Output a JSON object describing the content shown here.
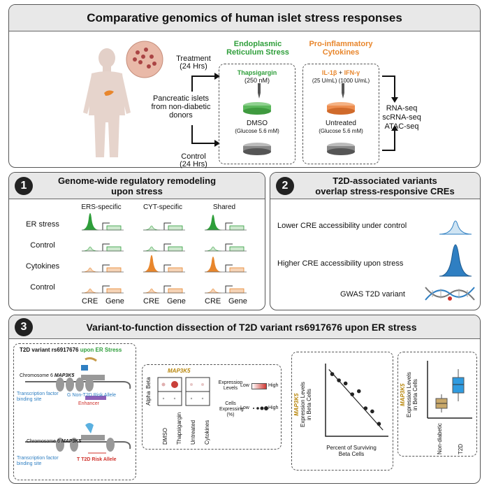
{
  "title": "Comparative genomics of human islet stress responses",
  "top": {
    "treatment_label": "Treatment",
    "treatment_time": "(24 Hrs)",
    "control_label": "Control",
    "control_time": "(24 Hrs)",
    "islets_label": [
      "Pancreatic islets",
      "from non-diabetic",
      "donors"
    ],
    "ers_title": [
      "Endoplasmic",
      "Reticulum Stress"
    ],
    "cyt_title": [
      "Pro-inflammatory",
      "Cytokines"
    ],
    "thapsigargin": "Thapsigargin",
    "thapsigargin_dose": "(250 nM)",
    "il1b": "IL-1β",
    "plus": "+",
    "ifng": "IFN-γ",
    "cyt_dose": "(25 U/mL) (1000 U/mL)",
    "dmso": "DMSO",
    "dmso_glucose": "(Glucose 5.6 mM)",
    "untreated": "Untreated",
    "untreated_glucose": "(Glucose 5.6 mM)",
    "assays": [
      "RNA-seq",
      "scRNA-seq",
      "ATAC-seq"
    ]
  },
  "panel1": {
    "number": "1",
    "title": [
      "Genome-wide regulatory remodeling",
      "upon stress"
    ],
    "columns": [
      "ERS-specific",
      "CYT-specific",
      "Shared"
    ],
    "rows": [
      "ER stress",
      "Control",
      "Cytokines",
      "Control"
    ],
    "footer": [
      "CRE",
      "Gene"
    ],
    "peak_heights": [
      [
        1.0,
        0.25,
        0.9
      ],
      [
        0.25,
        0.25,
        0.25
      ],
      [
        0.25,
        1.0,
        0.9
      ],
      [
        0.25,
        0.25,
        0.25
      ]
    ]
  },
  "panel2": {
    "number": "2",
    "title": [
      "T2D-associated variants",
      "overlap stress-responsive CREs"
    ],
    "lower": "Lower CRE accessibility under control",
    "higher": "Higher CRE accessibility upon stress",
    "gwas": "GWAS T2D variant"
  },
  "panel3": {
    "number": "3",
    "title": "Variant-to-function dissection of T2D variant rs6917676 upon ER stress",
    "box_a": {
      "title_prefix": "T2D variant rs6917676",
      "title_suffix": "upon ER Stress",
      "chromosome": "Chromosome 6",
      "gene": "MAP3K5",
      "non_risk": "G  Non-T2D Risk Allele",
      "tf_site": [
        "Transcription factor",
        "binding site"
      ],
      "enhancer": "Enhancer",
      "risk": "T  T2D Risk Allele"
    },
    "box_b": {
      "gene": "MAP3K5",
      "row_labels": [
        "Beta",
        "Alpha"
      ],
      "col_labels": [
        "DMSO",
        "Thapsigargin",
        "Untreated",
        "Cytokines"
      ],
      "expr_label": [
        "Expression",
        "Levels"
      ],
      "low": "Low",
      "high": "High",
      "cells_label": [
        "Cells",
        "Expressing",
        "(%)"
      ],
      "low2": "Low",
      "high2": "High"
    },
    "box_c": {
      "ylabel_gene": "MAP3K5",
      "ylabel": [
        "Expression Levels",
        "in Beta Cells"
      ],
      "xlabel": [
        "Percent of Surviving",
        "Beta Cells"
      ]
    },
    "box_d": {
      "ylabel_gene": "MAP3K5",
      "ylabel": [
        "Expression Levels",
        "in Beta Cells"
      ],
      "groups": [
        "Non-diabetic",
        "T2D"
      ]
    }
  },
  "chart_data": {
    "type": "scatter",
    "title": "",
    "xlabel": "Percent of Surviving Beta Cells",
    "ylabel": "MAP3K5 Expression Levels in Beta Cells",
    "x": [
      1,
      2,
      3,
      4,
      5,
      6,
      7,
      8
    ],
    "y": [
      8,
      7.2,
      6.8,
      5.4,
      5.8,
      3.6,
      3.2,
      1.6
    ],
    "grid": false,
    "trendline": "negative"
  },
  "colors": {
    "ers": "#2e9e3a",
    "cyt": "#e8862c",
    "blue": "#2f7fc2",
    "header": "#e8e8e8",
    "red": "#d0302a"
  }
}
